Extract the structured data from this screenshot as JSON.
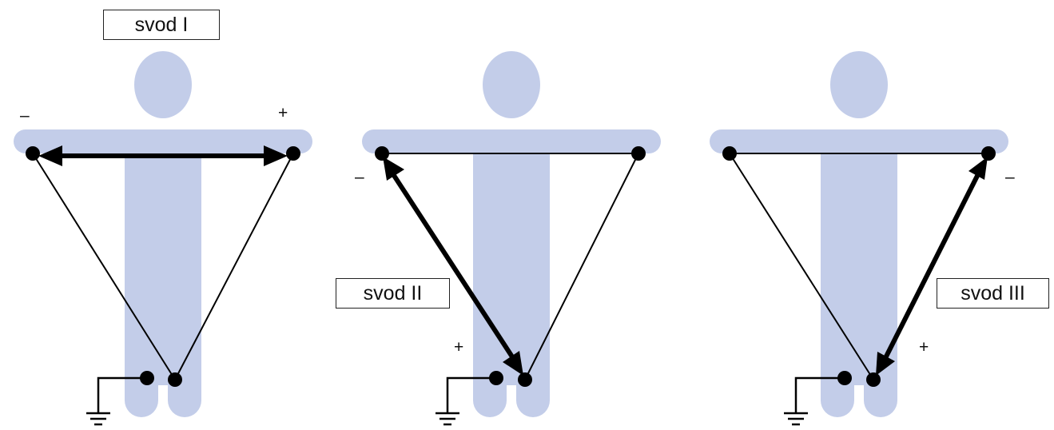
{
  "colors": {
    "body": "#c3cde9",
    "line": "#000000",
    "label_border": "#222222"
  },
  "leads": [
    {
      "id": "I",
      "label": "svod I",
      "minus": "–",
      "plus": "+"
    },
    {
      "id": "II",
      "label": "svod II",
      "minus": "–",
      "plus": "+"
    },
    {
      "id": "III",
      "label": "svod III",
      "minus": "–",
      "plus": "+"
    }
  ],
  "ground": {
    "icon": "ground-icon"
  }
}
